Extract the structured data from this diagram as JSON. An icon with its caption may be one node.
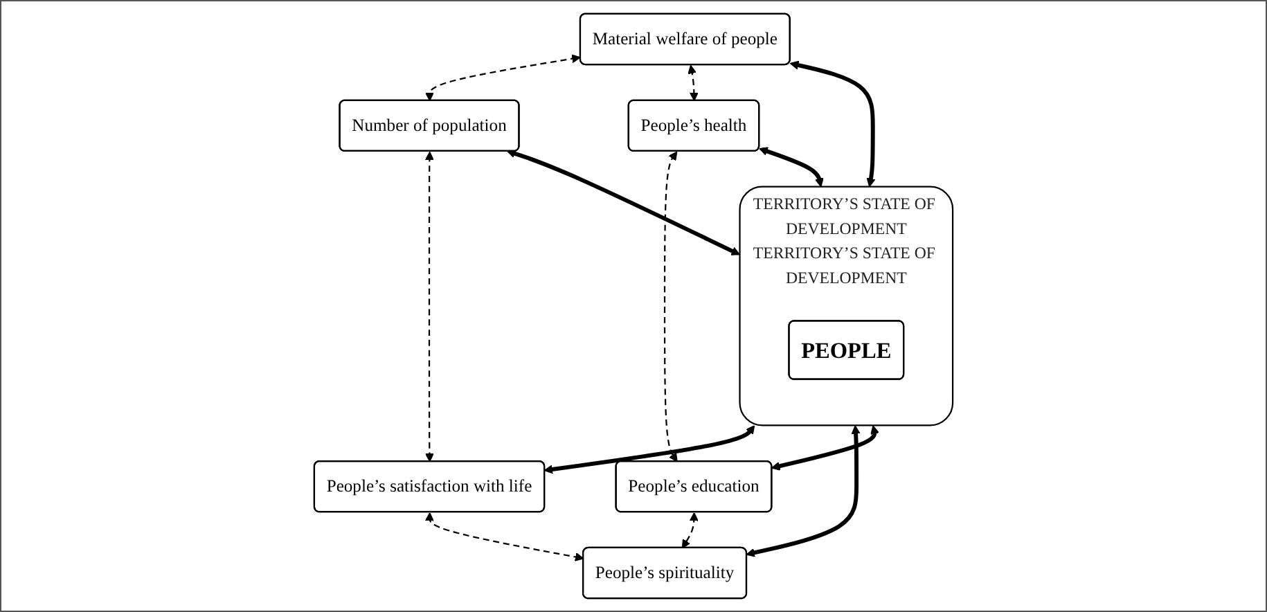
{
  "diagram": {
    "nodes": [
      {
        "text": [
          "Material welfare of people"
        ]
      },
      {
        "text": [
          "Number of population"
        ]
      },
      {
        "text": [
          "People’s health"
        ]
      },
      {
        "text": [
          "TERRITORY’S STATE OF DEVELOPMENT",
          "TERRITORY’S STATE OF DEVELOPMENT"
        ]
      },
      {
        "text": [
          "PEOPLE"
        ],
        "in": 3
      },
      {
        "text": [
          "People’s satisfaction with life"
        ]
      },
      {
        "text": [
          "People’s education"
        ]
      },
      {
        "text": [
          "People’s spirituality"
        ]
      }
    ],
    "edges": [
      {
        "from": 0,
        "to": 1,
        "arrow": "both",
        "style": "dashed"
      },
      {
        "from": 0,
        "to": 3,
        "arrow": "both",
        "style": "thick"
      },
      {
        "from": 0,
        "to": 2,
        "arrow": "both",
        "style": "dashed"
      },
      {
        "from": 1,
        "to": 5,
        "arrow": "both",
        "style": "dashed"
      },
      {
        "from": 1,
        "to": 3,
        "arrow": "both",
        "style": "thick"
      },
      {
        "from": 2,
        "to": 3,
        "arrow": "both",
        "style": "thick"
      },
      {
        "from": 2,
        "to": 6,
        "arrow": "both",
        "style": "dashed"
      },
      {
        "from": 3,
        "to": 5,
        "arrow": "both",
        "style": "thick"
      },
      {
        "from": 3,
        "to": 7,
        "arrow": "both",
        "style": "thick"
      },
      {
        "from": 3,
        "to": 6,
        "arrow": "both",
        "style": "thick"
      },
      {
        "from": 5,
        "to": 7,
        "arrow": "both",
        "style": "dashed"
      },
      {
        "from": 6,
        "to": 7,
        "arrow": "both",
        "style": "dashed"
      }
    ]
  }
}
